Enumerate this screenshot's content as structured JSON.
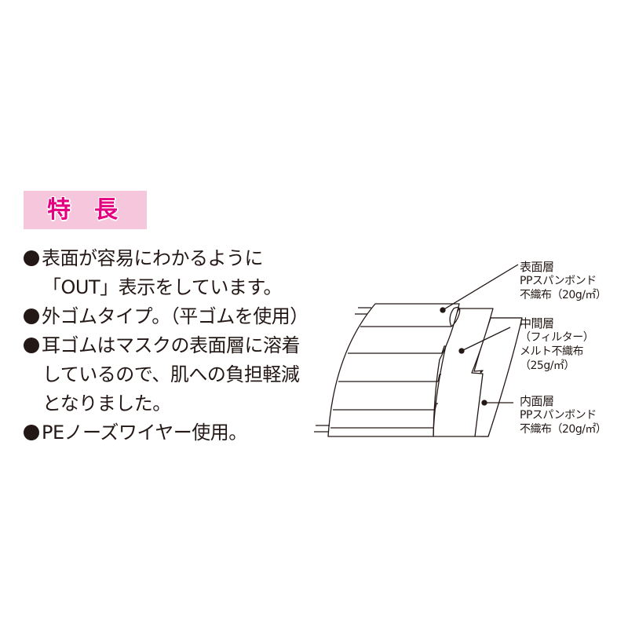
{
  "section": {
    "title": "特長",
    "title_chars": [
      "特",
      "長"
    ],
    "colors": {
      "title_bar_bg": "#f6c6dc",
      "title_text": "#e4007f",
      "body_text": "#231815"
    }
  },
  "features": [
    {
      "bullet": true,
      "lines": [
        "表面が容易にわかるように",
        "「OUT」表示をしています。"
      ]
    },
    {
      "bullet": true,
      "lines": [
        "外ゴムタイプ。（平ゴムを使用）"
      ]
    },
    {
      "bullet": true,
      "lines": [
        "耳ゴムはマスクの表面層に溶着",
        "しているので、肌への負担軽減",
        "となりました。"
      ]
    },
    {
      "bullet": true,
      "lines": [
        "PEノーズワイヤー使用。"
      ]
    }
  ],
  "diagram": {
    "layers": [
      {
        "name": "表面層",
        "material_line1": "PPスパンボンド",
        "material_line2": "不織布（20g/㎡）"
      },
      {
        "name": "中間層",
        "material_line1": "（フィルター）",
        "material_line2": "メルト不織布",
        "material_line3": "（25g/㎡）"
      },
      {
        "name": "内面層",
        "material_line1": "PPスパンボンド",
        "material_line2": "不織布（20g/㎡）"
      }
    ]
  }
}
